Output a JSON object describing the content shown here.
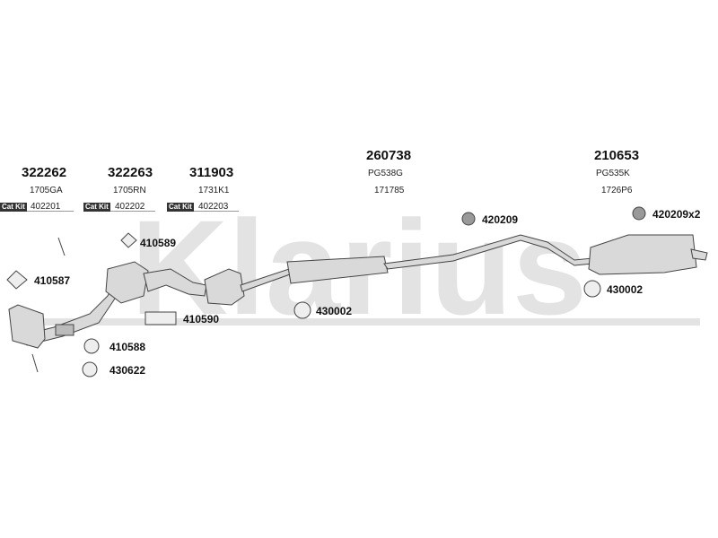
{
  "watermark": "Klarius",
  "sections": [
    {
      "code": "322262",
      "ref": "1705GA",
      "catkit_label": "Cat Kit",
      "catkit_code": "402201"
    },
    {
      "code": "322263",
      "ref": "1705RN",
      "catkit_label": "Cat Kit",
      "catkit_code": "402202"
    },
    {
      "code": "311903",
      "ref": "1731K1",
      "catkit_label": "Cat Kit",
      "catkit_code": "402203"
    },
    {
      "code": "260738",
      "ref": "PG538G",
      "ref2": "171785"
    },
    {
      "code": "210653",
      "ref": "PG535K",
      "ref2": "1726P6"
    }
  ],
  "parts": {
    "p410589": "410589",
    "p410587": "410587",
    "p410590": "410590",
    "p410588": "410588",
    "p430622": "430622",
    "p430002a": "430002",
    "p420209": "420209",
    "p420209x2": "420209x2",
    "p430002b": "430002"
  },
  "colors": {
    "pipe": "#d9d9d9",
    "stroke": "#444444",
    "watermark": "#e3e3e3",
    "badge": "#333333"
  }
}
